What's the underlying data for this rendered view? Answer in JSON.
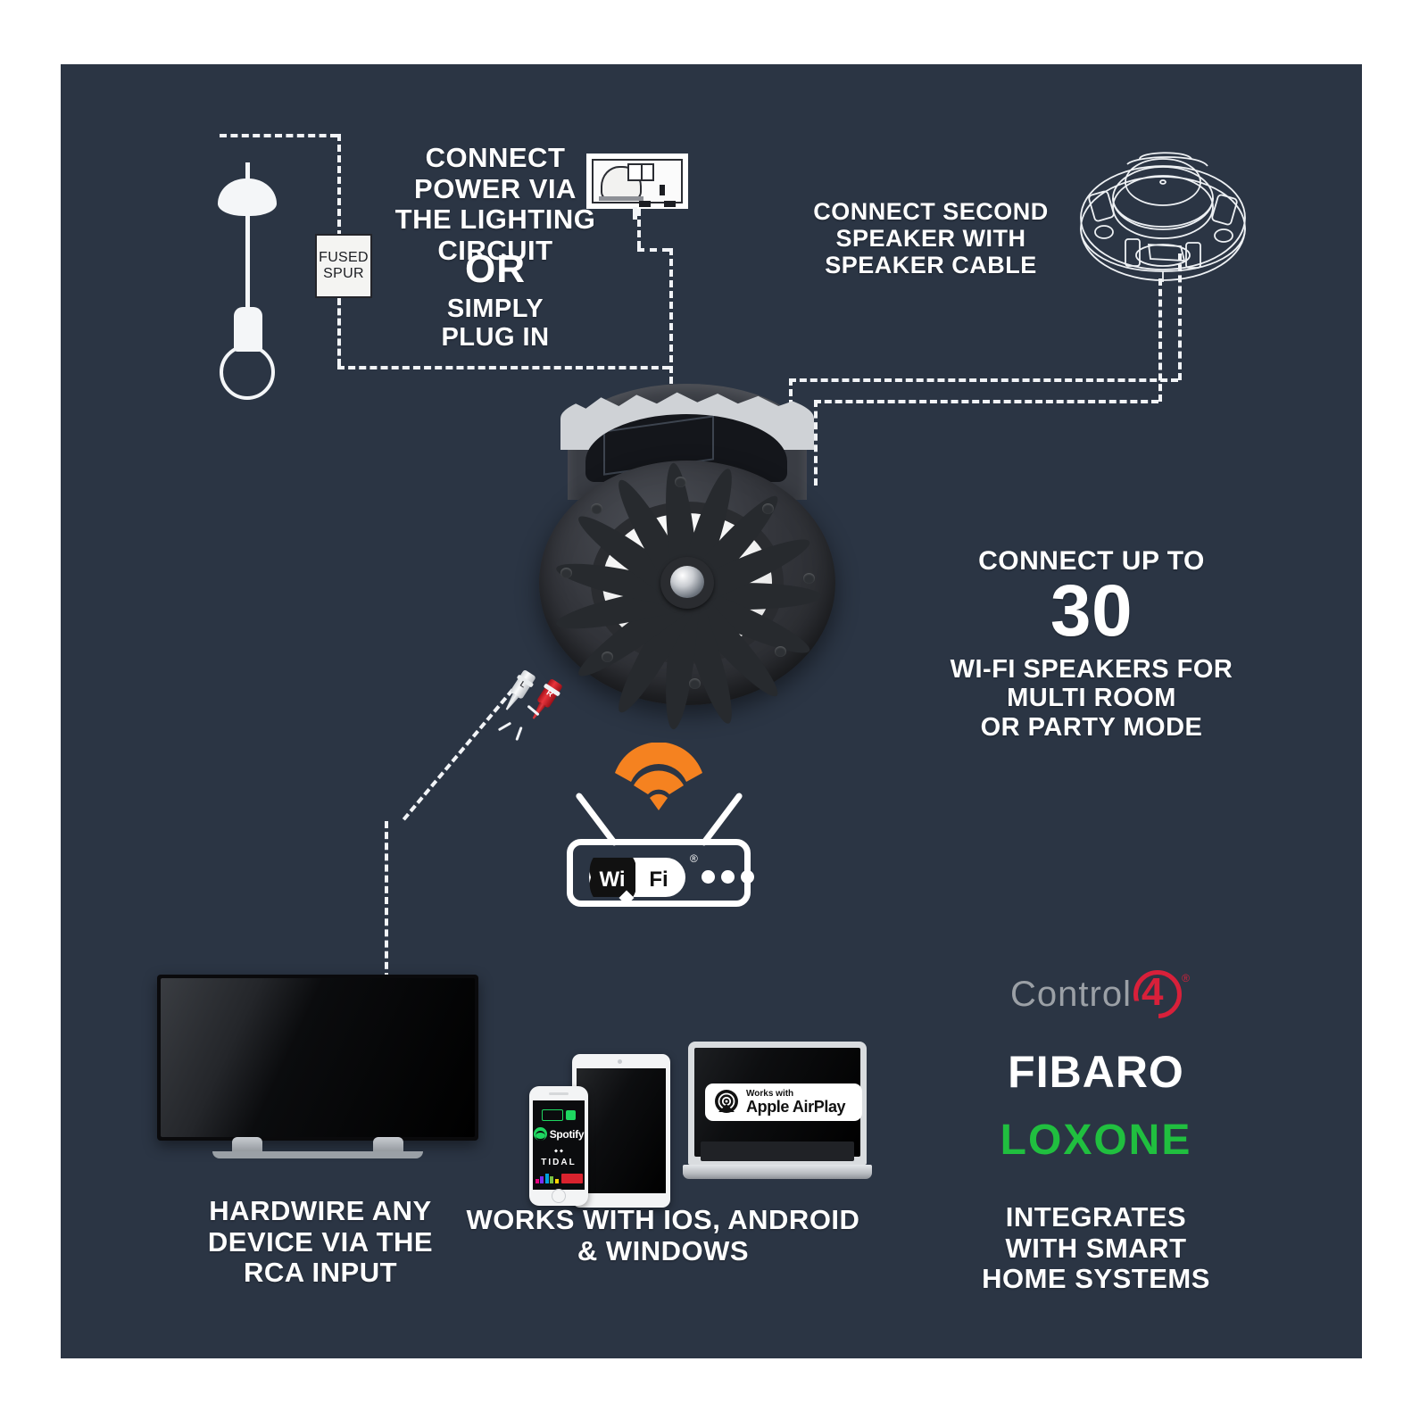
{
  "panel": {
    "background_color": "#2b3544",
    "page_background": "#ffffff"
  },
  "labels": {
    "power_line1": "CONNECT",
    "power_line2": "POWER VIA",
    "power_line3": "THE LIGHTING",
    "power_line4": "CIRCUIT",
    "or": "OR",
    "plug_line1": "SIMPLY",
    "plug_line2": "PLUG IN",
    "fused_spur_line1": "FUSED",
    "fused_spur_line2": "SPUR",
    "second_speaker_line1": "CONNECT SECOND",
    "second_speaker_line2": "SPEAKER WITH",
    "second_speaker_line3": "SPEAKER CABLE",
    "connect_up_to": "CONNECT UP TO",
    "speaker_count": "30",
    "multiroom_line1": "WI-FI SPEAKERS FOR",
    "multiroom_line2": "MULTI ROOM",
    "multiroom_line3": "OR PARTY MODE",
    "hardwire_line1": "HARDWIRE ANY",
    "hardwire_line2": "DEVICE VIA THE",
    "hardwire_line3": "RCA INPUT",
    "works_with_line1": "WORKS WITH IOS, ANDROID",
    "works_with_line2": "& WINDOWS",
    "integrates_line1": "INTEGRATES",
    "integrates_line2": "WITH SMART",
    "integrates_line3": "HOME SYSTEMS"
  },
  "router": {
    "wifi_wordmark_wi": "Wi",
    "wifi_wordmark_fi": "Fi",
    "registered_mark": "®",
    "signal_color": "#f58220"
  },
  "rca": {
    "left_label": "L",
    "right_label": "R",
    "left_color": "#e9ecee",
    "right_color": "#cf2027"
  },
  "devices": {
    "airplay_works_with": "Works with",
    "airplay_name": "Apple AirPlay",
    "spotify": "Spotify",
    "tidal": "TIDAL"
  },
  "brands": {
    "control4_word": "Control",
    "control4_four": "4",
    "control4_registered": "®",
    "control4_color": "#d8203a",
    "fibaro": "FIBARO",
    "fibaro_color": "#ffffff",
    "loxone": "LOXONE",
    "loxone_color": "#20bf3f"
  }
}
